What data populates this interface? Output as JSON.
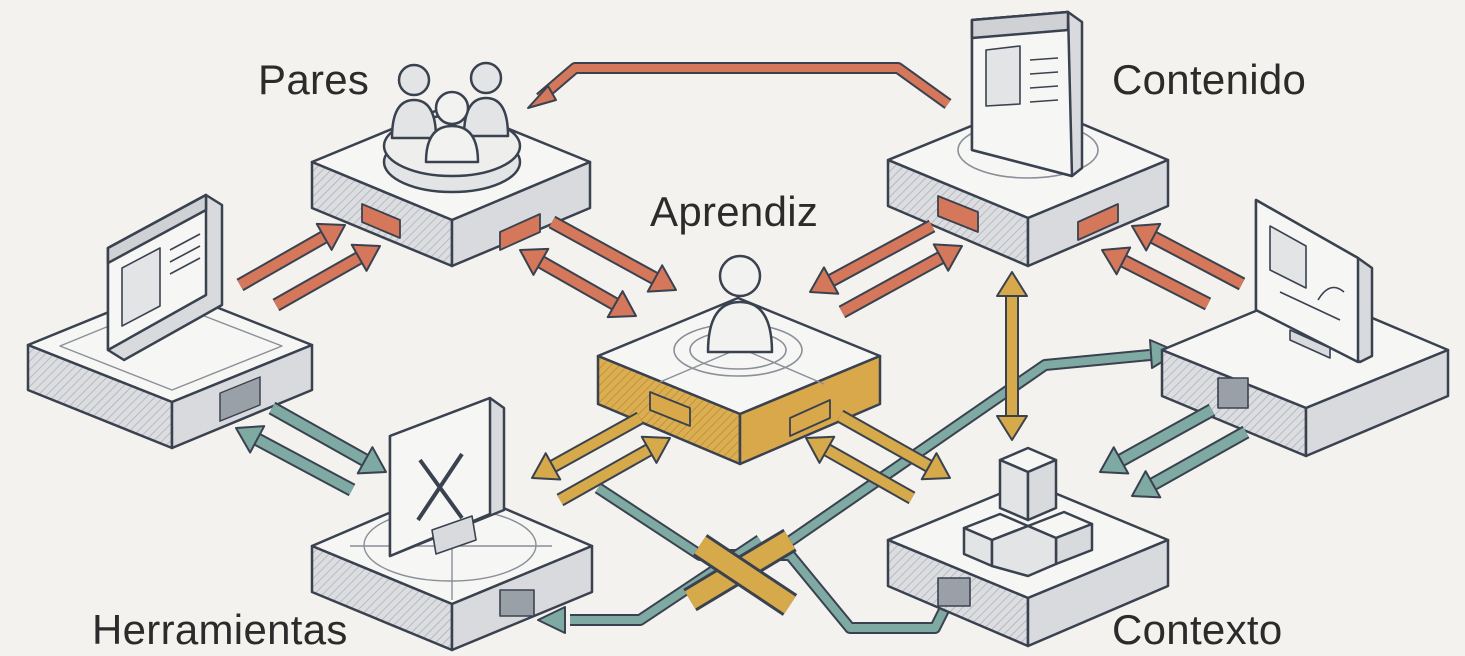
{
  "labels": {
    "peers": "Pares",
    "content": "Contenido",
    "learner": "Aprendiz",
    "tools": "Herramientas",
    "context": "Contexto"
  },
  "colors": {
    "background": "#f3f2ee",
    "outline": "#3a4250",
    "platform_top": "#f6f6f4",
    "platform_side": "#d9dadd",
    "learner_side": "#d9a84a",
    "arrow_red": "#d4775a",
    "arrow_gold": "#d6a94a",
    "arrow_teal": "#7fa9a3"
  }
}
